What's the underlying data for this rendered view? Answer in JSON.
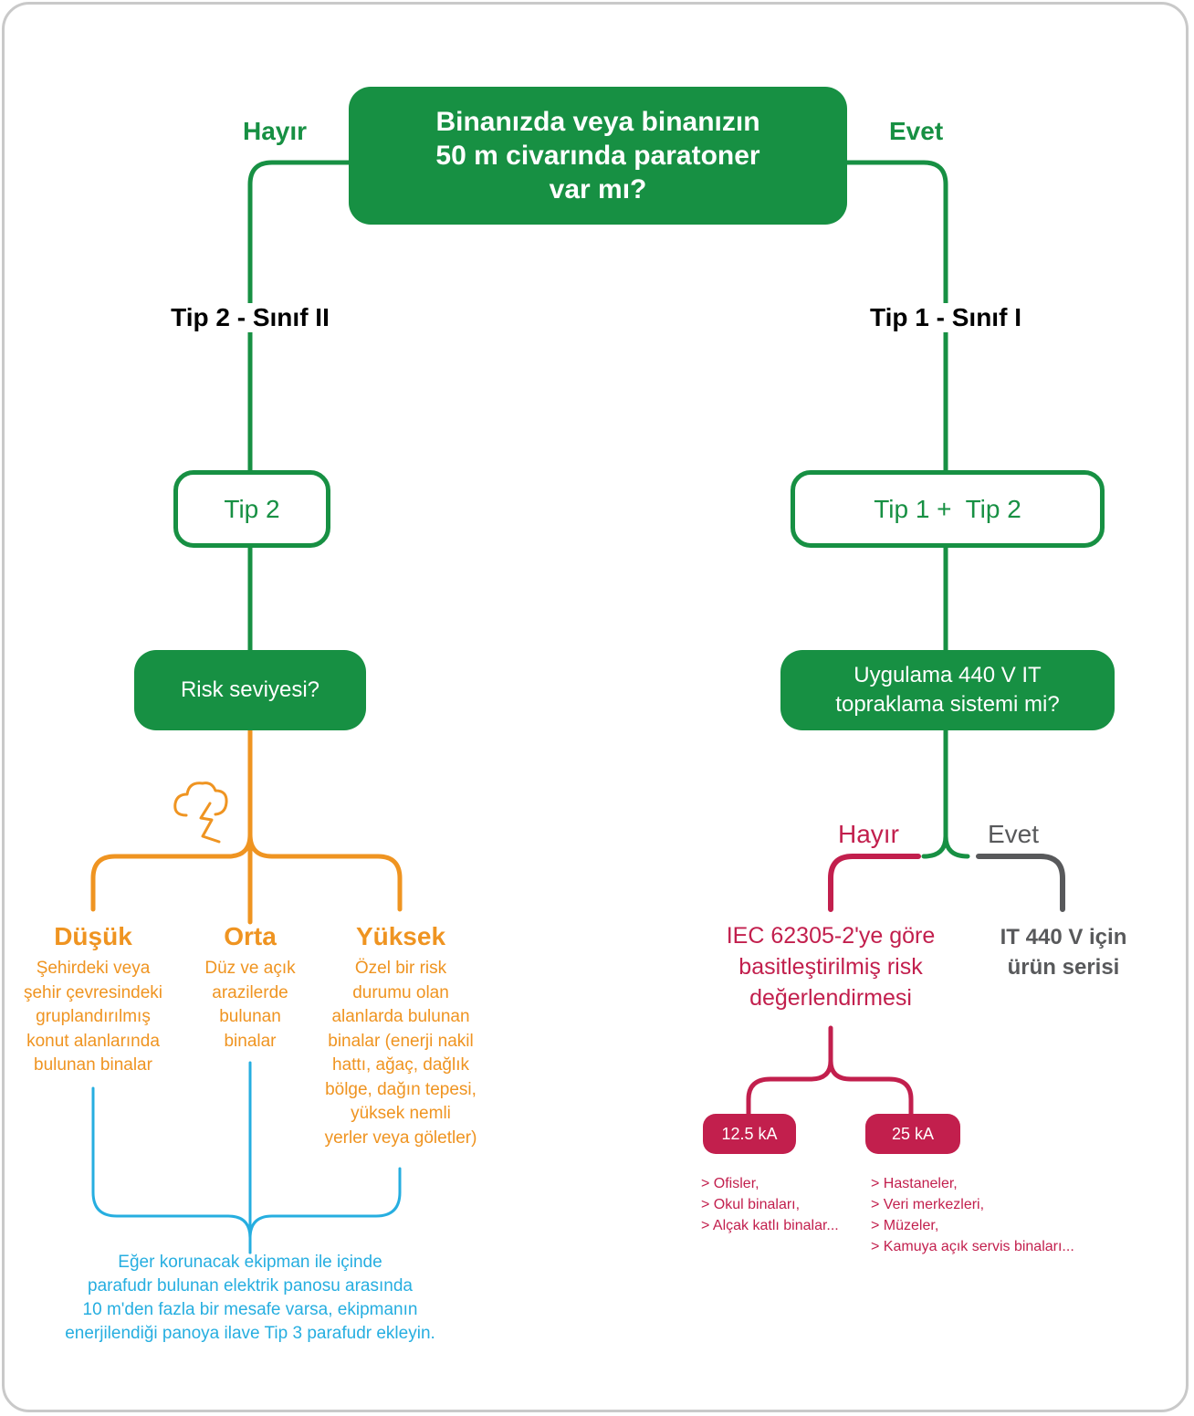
{
  "question_top": {
    "line1": "Binanızda veya binanızın",
    "line2": "50 m civarında paratoner",
    "line3": "var mı?"
  },
  "top_no": "Hayır",
  "top_yes": "Evet",
  "left_branch": {
    "type_label": "Tip 2 - Sınıf II",
    "box_label": "Tip 2",
    "risk_question": "Risk seviyesi?",
    "levels": [
      {
        "title": "Düşük",
        "lines": [
          "Şehirdeki veya",
          "şehir çevresindeki",
          "gruplandırılmış",
          "konut alanlarında",
          "bulunan binalar"
        ]
      },
      {
        "title": "Orta",
        "lines": [
          "Düz ve açık",
          "arazilerde",
          "bulunan",
          "binalar"
        ]
      },
      {
        "title": "Yüksek",
        "lines": [
          "Özel bir risk",
          "durumu olan",
          "alanlarda bulunan",
          "binalar (enerji nakil",
          "hattı, ağaç, dağlık",
          "bölge, dağın tepesi,",
          "yüksek nemli",
          "yerler veya göletler)"
        ]
      }
    ],
    "note_lines": [
      "Eğer korunacak ekipman ile içinde",
      "parafudr bulunan elektrik panosu arasında",
      "10 m'den fazla bir mesafe varsa, ekipmanın",
      "enerjilendiği panoya ilave Tip 3 parafudr ekleyin."
    ]
  },
  "right_branch": {
    "type_label": "Tip 1 - Sınıf I",
    "box_label": "Tip 1 +  Tip 2",
    "it_question_line1": "Uygulama 440 V IT",
    "it_question_line2": "topraklama sistemi mi?",
    "no_label": "Hayır",
    "yes_label": "Evet",
    "risk_eval_lines": [
      "IEC 62305-2'ye göre",
      "basitleştirilmiş risk",
      "değerlendirmesi"
    ],
    "product_lines": [
      "IT 440 V için",
      "ürün serisi"
    ],
    "ratings": [
      {
        "label": "12.5 kA",
        "items": [
          "> Ofisler,",
          "> Okul binaları,",
          "> Alçak katlı binalar..."
        ]
      },
      {
        "label": "25 kA",
        "items": [
          "> Hastaneler,",
          "> Veri merkezleri,",
          "> Müzeler,",
          "> Kamuya açık servis binaları..."
        ]
      }
    ]
  },
  "icons": {
    "storm": "storm-cloud-icon"
  },
  "colors": {
    "green": "#179043",
    "orange": "#ef9421",
    "blue": "#26aee0",
    "crimson": "#c21f4d",
    "grey": "#58595b"
  }
}
